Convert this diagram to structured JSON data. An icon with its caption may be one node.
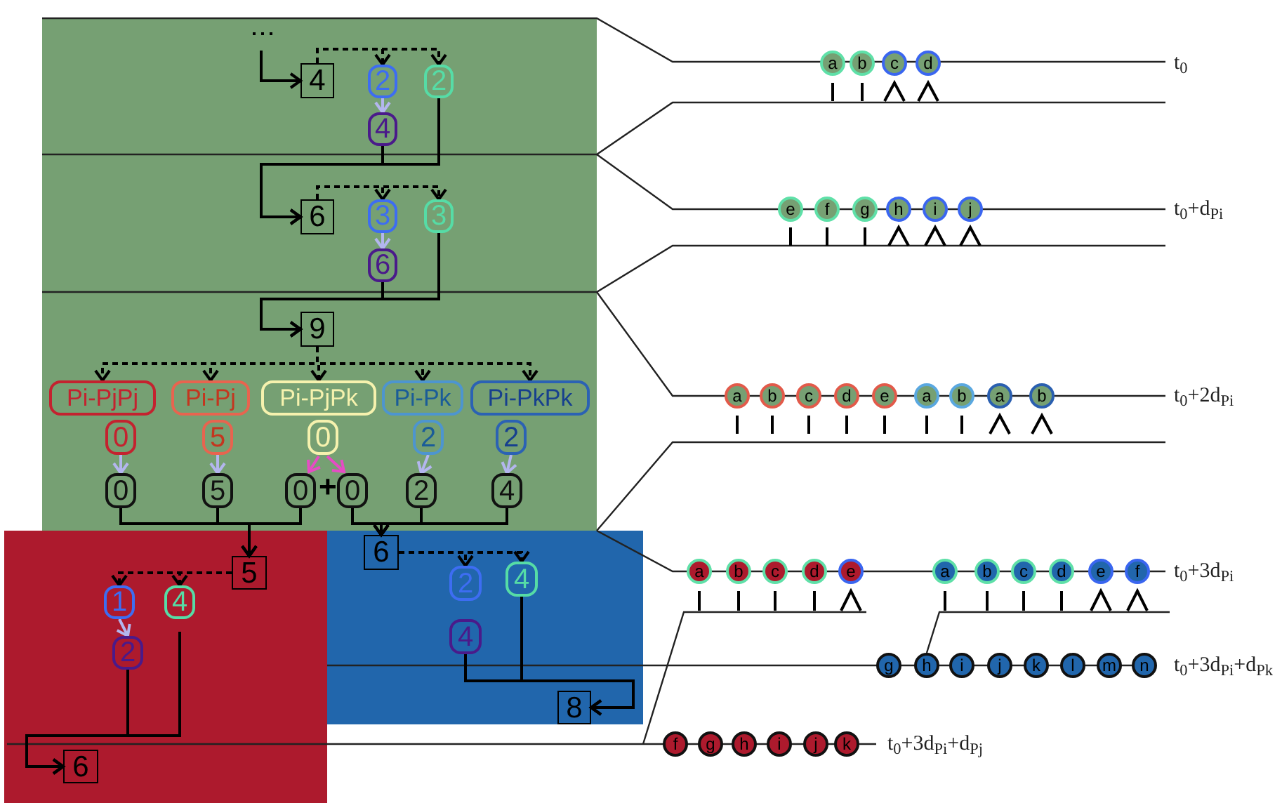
{
  "diagram": {
    "nodes": [
      {
        "text": [],
        "shape": "box"
      },
      {
        "text": [
          "4"
        ],
        "in": 0
      },
      {
        "text": [
          "2"
        ],
        "in": 0
      },
      {
        "text": [
          "2"
        ],
        "in": 0
      },
      {
        "text": [
          "4"
        ],
        "in": 0
      },
      {
        "text": [
          "6"
        ],
        "in": 0
      },
      {
        "text": [
          "3"
        ],
        "in": 0
      },
      {
        "text": [
          "3"
        ],
        "in": 0
      },
      {
        "text": [
          "6"
        ],
        "in": 0
      },
      {
        "text": [
          "9"
        ],
        "in": 0
      },
      {
        "text": [
          "Pi-PjPj"
        ],
        "in": 0
      },
      {
        "text": [
          "Pi-Pj"
        ],
        "in": 0
      },
      {
        "text": [
          "Pi-PjPk"
        ],
        "in": 0
      },
      {
        "text": [
          "Pi-Pk"
        ],
        "in": 0
      },
      {
        "text": [
          "Pi-PkPk"
        ],
        "in": 0
      },
      {
        "text": [
          "0"
        ],
        "in": 0
      },
      {
        "text": [
          "5"
        ],
        "in": 0
      },
      {
        "text": [
          "0"
        ],
        "in": 0
      },
      {
        "text": [
          "2"
        ],
        "in": 0
      },
      {
        "text": [
          "2"
        ],
        "in": 0
      },
      {
        "text": [
          "0"
        ],
        "in": 0
      },
      {
        "text": [
          "5"
        ],
        "in": 0
      },
      {
        "text": [
          "0"
        ],
        "in": 0
      },
      {
        "text": [
          "0"
        ],
        "in": 0
      },
      {
        "text": [
          "2"
        ],
        "in": 0
      },
      {
        "text": [
          "4"
        ],
        "in": 0
      },
      {
        "text": [],
        "shape": "box"
      },
      {
        "text": [
          "5"
        ],
        "in": 26
      },
      {
        "text": [
          "1"
        ],
        "in": 26
      },
      {
        "text": [
          "4"
        ],
        "in": 26
      },
      {
        "text": [
          "2"
        ],
        "in": 26
      },
      {
        "text": [
          "6"
        ],
        "in": 26
      },
      {
        "text": [],
        "shape": "box"
      },
      {
        "text": [
          "6"
        ],
        "in": 32
      },
      {
        "text": [
          "2"
        ],
        "in": 32
      },
      {
        "text": [
          "4"
        ],
        "in": 32
      },
      {
        "text": [
          "4"
        ],
        "in": 32
      },
      {
        "text": [
          "8"
        ],
        "in": 32
      },
      {
        "text": [
          "a"
        ]
      },
      {
        "text": [
          "b"
        ]
      },
      {
        "text": [
          "c"
        ]
      },
      {
        "text": [
          "d"
        ]
      },
      {
        "text": [
          "e"
        ]
      },
      {
        "text": [
          "f"
        ]
      },
      {
        "text": [
          "g"
        ]
      },
      {
        "text": [
          "h"
        ]
      },
      {
        "text": [
          "i"
        ]
      },
      {
        "text": [
          "j"
        ]
      },
      {
        "text": [
          "a"
        ]
      },
      {
        "text": [
          "b"
        ]
      },
      {
        "text": [
          "c"
        ]
      },
      {
        "text": [
          "d"
        ]
      },
      {
        "text": [
          "e"
        ]
      },
      {
        "text": [
          "a"
        ]
      },
      {
        "text": [
          "b"
        ]
      },
      {
        "text": [
          "a"
        ]
      },
      {
        "text": [
          "b"
        ]
      },
      {
        "text": [
          "a"
        ]
      },
      {
        "text": [
          "b"
        ]
      },
      {
        "text": [
          "c"
        ]
      },
      {
        "text": [
          "d"
        ]
      },
      {
        "text": [
          "e"
        ]
      },
      {
        "text": [
          "a"
        ]
      },
      {
        "text": [
          "b"
        ]
      },
      {
        "text": [
          "c"
        ]
      },
      {
        "text": [
          "d"
        ]
      },
      {
        "text": [
          "e"
        ]
      },
      {
        "text": [
          "f"
        ]
      },
      {
        "text": [
          "g"
        ]
      },
      {
        "text": [
          "h"
        ]
      },
      {
        "text": [
          "i"
        ]
      },
      {
        "text": [
          "j"
        ]
      },
      {
        "text": [
          "k"
        ]
      },
      {
        "text": [
          "l"
        ]
      },
      {
        "text": [
          "m"
        ]
      },
      {
        "text": [
          "n"
        ]
      },
      {
        "text": [
          "f"
        ]
      },
      {
        "text": [
          "g"
        ]
      },
      {
        "text": [
          "h"
        ]
      },
      {
        "text": [
          "i"
        ]
      },
      {
        "text": [
          "j"
        ]
      },
      {
        "text": [
          "k"
        ]
      }
    ],
    "edges": [
      {
        "from": null,
        "to": 1,
        "arrow": "to"
      },
      {
        "from": 1,
        "to": 2,
        "arrow": "to",
        "style": "dashed"
      },
      {
        "from": 1,
        "to": 3,
        "arrow": "to",
        "style": "dashed"
      },
      {
        "from": 2,
        "to": 4,
        "arrow": "to",
        "color": "#b3b6ee"
      },
      {
        "from": 4,
        "to": 5,
        "arrow": "to"
      },
      {
        "from": 3,
        "to": 5,
        "arrow": "to"
      },
      {
        "from": 5,
        "to": 6,
        "arrow": "to",
        "style": "dashed"
      },
      {
        "from": 5,
        "to": 7,
        "arrow": "to",
        "style": "dashed"
      },
      {
        "from": 6,
        "to": 8,
        "arrow": "to",
        "color": "#b3b6ee"
      },
      {
        "from": 8,
        "to": 9,
        "arrow": "to"
      },
      {
        "from": 7,
        "to": 9,
        "arrow": "to"
      },
      {
        "from": 9,
        "to": 10,
        "arrow": "to",
        "style": "dashed"
      },
      {
        "from": 9,
        "to": 11,
        "arrow": "to",
        "style": "dashed"
      },
      {
        "from": 9,
        "to": 12,
        "arrow": "to",
        "style": "dashed"
      },
      {
        "from": 9,
        "to": 13,
        "arrow": "to",
        "style": "dashed"
      },
      {
        "from": 9,
        "to": 14,
        "arrow": "to",
        "style": "dashed"
      },
      {
        "from": 15,
        "to": 20,
        "arrow": "to",
        "color": "#b3b6ee"
      },
      {
        "from": 16,
        "to": 21,
        "arrow": "to",
        "color": "#b3b6ee"
      },
      {
        "from": 17,
        "to": 22,
        "arrow": "to",
        "color": "#e64cc4"
      },
      {
        "from": 17,
        "to": 23,
        "arrow": "to",
        "color": "#e64cc4"
      },
      {
        "from": 18,
        "to": 24,
        "arrow": "to",
        "color": "#b3b6ee"
      },
      {
        "from": 19,
        "to": 25,
        "arrow": "to",
        "color": "#b3b6ee"
      },
      {
        "from": 20,
        "to": 27,
        "arrow": "to"
      },
      {
        "from": 21,
        "to": 27,
        "arrow": "to"
      },
      {
        "from": 22,
        "to": 27,
        "arrow": "to"
      },
      {
        "from": 23,
        "to": 33,
        "arrow": "to"
      },
      {
        "from": 24,
        "to": 33,
        "arrow": "to"
      },
      {
        "from": 25,
        "to": 33,
        "arrow": "to"
      },
      {
        "from": 27,
        "to": 28,
        "arrow": "to",
        "style": "dashed"
      },
      {
        "from": 27,
        "to": 29,
        "arrow": "to",
        "style": "dashed"
      },
      {
        "from": 33,
        "to": 34,
        "arrow": "to",
        "style": "dashed"
      },
      {
        "from": 33,
        "to": 35,
        "arrow": "to",
        "style": "dashed"
      },
      {
        "from": 28,
        "to": 30,
        "arrow": "to",
        "color": "#b3b6ee"
      },
      {
        "from": 30,
        "to": 31,
        "arrow": "to"
      },
      {
        "from": 29,
        "to": 31,
        "arrow": "to"
      },
      {
        "from": 36,
        "to": 37,
        "arrow": "to"
      },
      {
        "from": 35,
        "to": 37,
        "arrow": "to"
      }
    ],
    "labels": [
      "+",
      "t$_{0}$",
      "t$_{0}$+d$_{Pi}$",
      "t$_{0}$+2d$_{Pi}$",
      "t$_{0}$+3d$_{Pi}$",
      "t$_{0}$+3d$_{Pi}$+d$_{Pk}$",
      "t$_{0}$+3d$_{Pi}$+d$_{Pj}$"
    ]
  }
}
